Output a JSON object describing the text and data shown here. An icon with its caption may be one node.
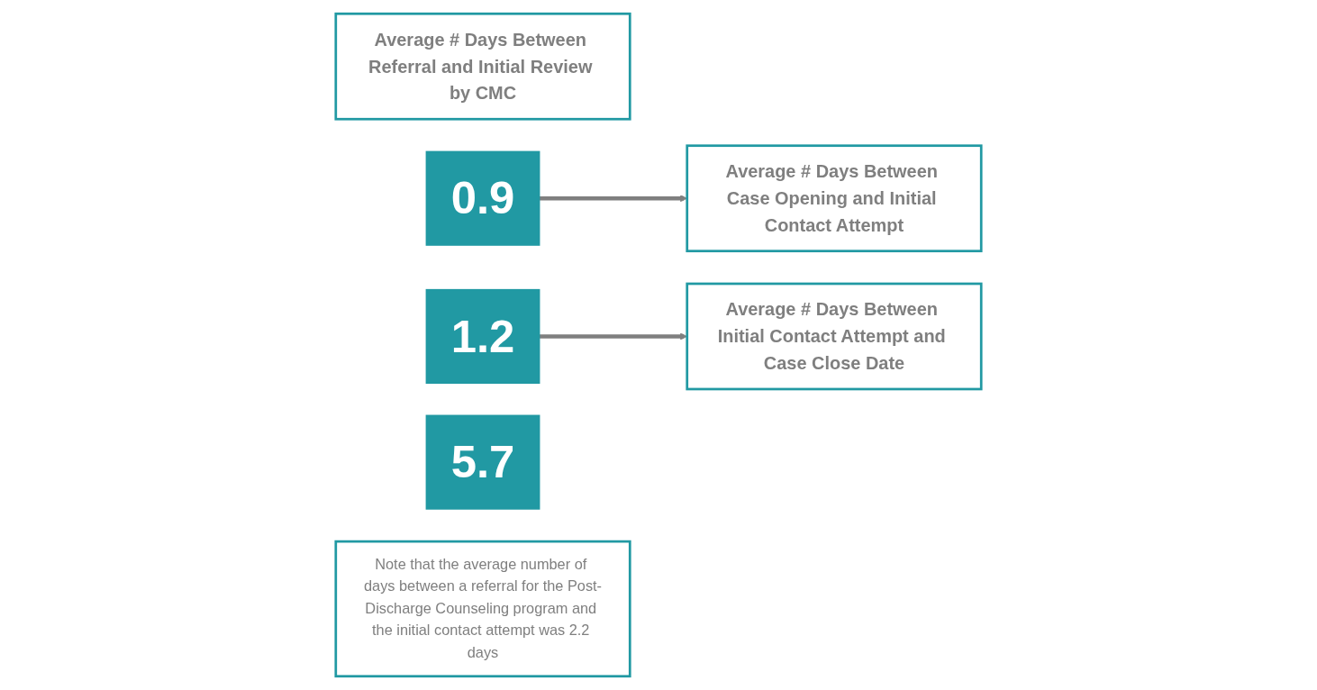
{
  "diagram": {
    "nodes": [
      {
        "text": [
          "Average # Days Between Referral and Initial Review by CMC"
        ]
      },
      {
        "text": [
          "0.9"
        ]
      },
      {
        "text": [
          "Average # Days Between Case Opening and Initial Contact Attempt"
        ]
      },
      {
        "text": [
          "1.2"
        ]
      },
      {
        "text": [
          "Average # Days Between Initial Contact Attempt and Case Close Date"
        ]
      },
      {
        "text": [
          "5.7"
        ]
      },
      {
        "text": [
          "Note that the average number of days between a referral for the Post-Discharge Counseling program and the initial contact attempt was 2.2 days"
        ]
      }
    ],
    "edges": [
      {
        "from": 1,
        "to": 2,
        "arrow": "to"
      },
      {
        "from": 3,
        "to": 4,
        "arrow": "to"
      }
    ]
  }
}
